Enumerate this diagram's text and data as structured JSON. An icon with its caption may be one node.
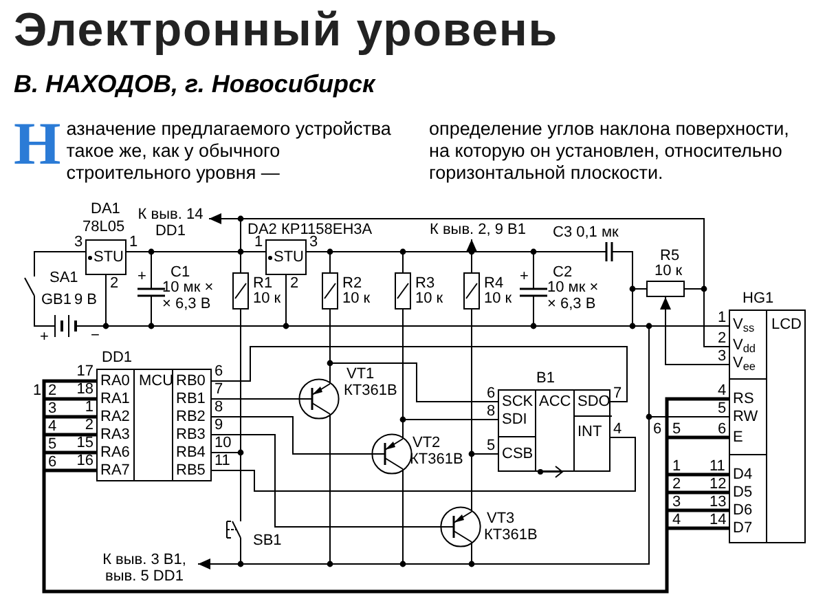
{
  "diagram": {
    "title": "Электронный уровень",
    "nodes": [
      {
        "text": [
          "STU"
        ],
        "beside": [
          "DA1",
          "78L05"
        ]
      },
      {
        "text": [
          "STU"
        ],
        "beside": [
          "DA2 КР1158ЕН3А"
        ]
      },
      {
        "text": [],
        "shape": "switch",
        "beside": [
          "SA1"
        ]
      },
      {
        "text": [],
        "shape": "battery",
        "beside": [
          "GB1",
          "9 В"
        ]
      },
      {
        "text": [],
        "shape": "capacitor",
        "beside": [
          "C1",
          "10 мк × × 6,3 В"
        ]
      },
      {
        "text": [],
        "shape": "resistor",
        "beside": [
          "R1",
          "10 к"
        ]
      },
      {
        "text": [],
        "shape": "resistor",
        "beside": [
          "R2",
          "10 к"
        ]
      },
      {
        "text": [],
        "shape": "resistor",
        "beside": [
          "R3",
          "10 к"
        ]
      },
      {
        "text": [],
        "shape": "resistor",
        "beside": [
          "R4",
          "10 к"
        ]
      },
      {
        "text": [],
        "shape": "capacitor",
        "beside": [
          "C2",
          "10 мк × × 6,3 В"
        ]
      },
      {
        "text": [],
        "shape": "capacitor",
        "beside": [
          "C3 0,1 мк"
        ]
      },
      {
        "text": [],
        "shape": "potentiometer",
        "beside": [
          "R5",
          "10 к"
        ]
      },
      {
        "text": [
          "RA0",
          "RA1",
          "RA2",
          "RA3",
          "RA6",
          "RA7",
          "MCU",
          "RB0",
          "RB1",
          "RB2",
          "RB3",
          "RB4",
          "RB5"
        ],
        "beside": [
          "DD1"
        ]
      },
      {
        "text": [
          "SCK",
          "SDI",
          "CSB",
          "ACC",
          "SDO",
          "INT"
        ],
        "beside": [
          "B1"
        ]
      },
      {
        "text": [
          "V$_{ss}$",
          "V$_{dd}$",
          "V$_{ee}$",
          "RS",
          "RW",
          "E",
          "D4",
          "D5",
          "D6",
          "D7",
          "LCD"
        ],
        "beside": [
          "HG1"
        ]
      },
      {
        "text": [],
        "shape": "transistor",
        "beside": [
          "VT1",
          "КТ361В"
        ]
      },
      {
        "text": [],
        "shape": "transistor",
        "beside": [
          "VT2",
          "КТ361В"
        ]
      },
      {
        "text": [],
        "shape": "transistor",
        "beside": [
          "VT3",
          "КТ361В"
        ]
      },
      {
        "text": [],
        "shape": "button",
        "beside": [
          "SB1"
        ]
      },
      {
        "text": [
          "К выв. 14 DD1"
        ]
      },
      {
        "text": [
          "К выв. 2, 9 B1"
        ]
      },
      {
        "text": [
          "К выв. 3 B1, выв. 5 DD1"
        ]
      }
    ],
    "edges": [
      {
        "from": 3,
        "to": 2,
        "arrow": "none"
      },
      {
        "from": 2,
        "to": 0,
        "arrow": "none"
      },
      {
        "from": 0,
        "to": 4,
        "arrow": "none"
      },
      {
        "from": 4,
        "to": 5,
        "arrow": "none"
      },
      {
        "from": 5,
        "to": 1,
        "arrow": "none"
      },
      {
        "from": 5,
        "to": 19,
        "arrow": "to"
      },
      {
        "from": 5,
        "to": 14,
        "arrow": "none"
      },
      {
        "from": 1,
        "to": 6,
        "arrow": "none"
      },
      {
        "from": 6,
        "to": 7,
        "arrow": "none"
      },
      {
        "from": 7,
        "to": 8,
        "arrow": "none"
      },
      {
        "from": 8,
        "to": 20,
        "arrow": "to"
      },
      {
        "from": 8,
        "to": 9,
        "arrow": "none"
      },
      {
        "from": 9,
        "to": 10,
        "arrow": "none"
      },
      {
        "from": 10,
        "to": 11,
        "arrow": "none"
      },
      {
        "from": 14,
        "to": 11,
        "arrow": "to"
      },
      {
        "from": 11,
        "to": 14,
        "arrow": "none"
      },
      {
        "from": 3,
        "to": 0,
        "arrow": "none"
      },
      {
        "from": 0,
        "to": 4,
        "arrow": "none"
      },
      {
        "from": 4,
        "to": 1,
        "arrow": "none"
      },
      {
        "from": 1,
        "to": 9,
        "arrow": "none"
      },
      {
        "from": 9,
        "to": 11,
        "arrow": "none"
      },
      {
        "from": 9,
        "to": 14,
        "arrow": "none"
      },
      {
        "from": 12,
        "to": 5,
        "arrow": "none"
      },
      {
        "from": 12,
        "to": 18,
        "arrow": "none"
      },
      {
        "from": 18,
        "to": 21,
        "arrow": "to"
      },
      {
        "from": 15,
        "to": 18,
        "arrow": "none"
      },
      {
        "from": 16,
        "to": 15,
        "arrow": "none"
      },
      {
        "from": 17,
        "to": 16,
        "arrow": "none"
      },
      {
        "from": 17,
        "to": 14,
        "arrow": "none"
      },
      {
        "from": 17,
        "to": 14,
        "arrow": "none"
      },
      {
        "from": 12,
        "to": 15,
        "arrow": "none"
      },
      {
        "from": 12,
        "to": 16,
        "arrow": "none"
      },
      {
        "from": 12,
        "to": 17,
        "arrow": "none"
      },
      {
        "from": 15,
        "to": 6,
        "arrow": "none"
      },
      {
        "from": 16,
        "to": 7,
        "arrow": "none"
      },
      {
        "from": 17,
        "to": 8,
        "arrow": "none"
      },
      {
        "from": 15,
        "to": 13,
        "arrow": "none"
      },
      {
        "from": 16,
        "to": 13,
        "arrow": "none"
      },
      {
        "from": 17,
        "to": 13,
        "arrow": "none"
      },
      {
        "from": 12,
        "to": 13,
        "arrow": "none"
      },
      {
        "from": 12,
        "to": 13,
        "arrow": "none"
      },
      {
        "from": 12,
        "to": 14,
        "arrow": "none",
        "style": "thick"
      }
    ],
    "labels": [
      "В. НАХОДОВ, г. Новосибирск",
      "Назначение предлагаемого устройства такое же, как у обычного строительного уровня — определение углов наклона поверхности, на которую он установлен, относительно горизонтальной плоскости.",
      "3",
      "1",
      "2",
      "1",
      "3",
      "2",
      "+",
      "−",
      "+",
      "+",
      "17",
      "18",
      "1",
      "2",
      "15",
      "16",
      "6",
      "7",
      "8",
      "9",
      "10",
      "11",
      "1",
      "2",
      "3",
      "4",
      "5",
      "6",
      "6",
      "8",
      "5",
      "7",
      "4",
      "1",
      "2",
      "3",
      "4",
      "5",
      "6",
      "11",
      "12",
      "13",
      "14",
      "6",
      "5",
      "1",
      "2",
      "3",
      "4"
    ]
  }
}
